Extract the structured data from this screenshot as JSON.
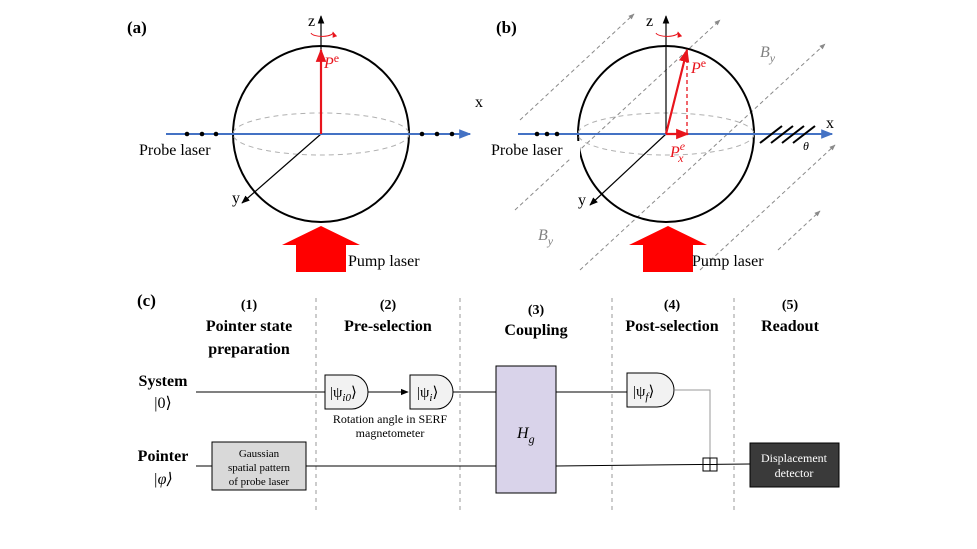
{
  "panel_a": {
    "label": "(a)",
    "axis_z": "z",
    "axis_x": "x",
    "axis_y": "y",
    "vector_main": "P",
    "vector_sup": "e",
    "probe": "Probe laser",
    "pump": "Pump laser"
  },
  "panel_b": {
    "label": "(b)",
    "axis_z": "z",
    "axis_x": "x",
    "axis_y": "y",
    "vector_main": "P",
    "vector_sup": "e",
    "px_main": "P",
    "px_sub": "x",
    "px_sup": "e",
    "field_main": "B",
    "field_sub": "y",
    "angle": "θ",
    "probe": "Probe laser",
    "pump": "Pump laser"
  },
  "panel_c": {
    "label": "(c)",
    "stages": [
      {
        "num": "(1)",
        "line1": "Pointer state",
        "line2": "preparation"
      },
      {
        "num": "(2)",
        "line1": "Pre-selection",
        "line2": ""
      },
      {
        "num": "(3)",
        "line1": "Coupling",
        "line2": ""
      },
      {
        "num": "(4)",
        "line1": "Post-selection",
        "line2": ""
      },
      {
        "num": "(5)",
        "line1": "Readout",
        "line2": ""
      }
    ],
    "system_label": "System",
    "system_state": "|0⟩",
    "pointer_label": "Pointer",
    "pointer_state": "|φ⟩",
    "gate_psi_i0": "|ψ",
    "gate_psi_i0_sub": "i0",
    "gate_psi_i": "|ψ",
    "gate_psi_i_sub": "i",
    "gate_psi_f": "|ψ",
    "gate_psi_f_sub": "f",
    "ket_close": "⟩",
    "rotation_line1": "Rotation angle in SERF",
    "rotation_line2": "magnetometer",
    "coupling_main": "H",
    "coupling_sub": "g",
    "gaussian_line1": "Gaussian",
    "gaussian_line2": "spatial pattern",
    "gaussian_line3": "of probe laser",
    "detector_line1": "Displacement",
    "detector_line2": "detector"
  },
  "colors": {
    "red": "#e8141c",
    "blue": "#4472c4",
    "gate_fill": "#f2f2f2",
    "coupling_fill": "#d9d3ea",
    "gaussian_fill": "#d9d9d9",
    "detector_fill": "#3a3a3a",
    "dashed": "#8a8a8a"
  }
}
